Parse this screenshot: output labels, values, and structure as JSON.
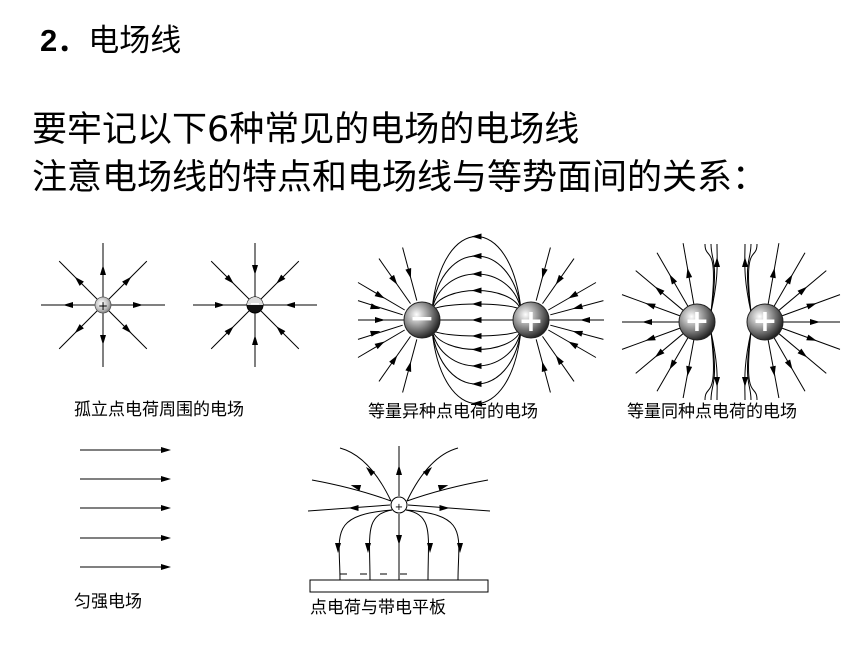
{
  "heading": {
    "number": "2．",
    "title": "电场线"
  },
  "intro": {
    "line1": "要牢记以下6种常见的电场的电场线",
    "line2": "注意电场线的特点和电场线与等势面间的关系："
  },
  "captions": {
    "isolated": "孤立点电荷周围的电场",
    "opposite": "等量异种点电荷的电场",
    "same": "等量同种点电荷的电场",
    "uniform": "匀强电场",
    "charge_plate": "点电荷与带电平板"
  },
  "symbols": {
    "plus": "+",
    "minus": "−"
  }
}
